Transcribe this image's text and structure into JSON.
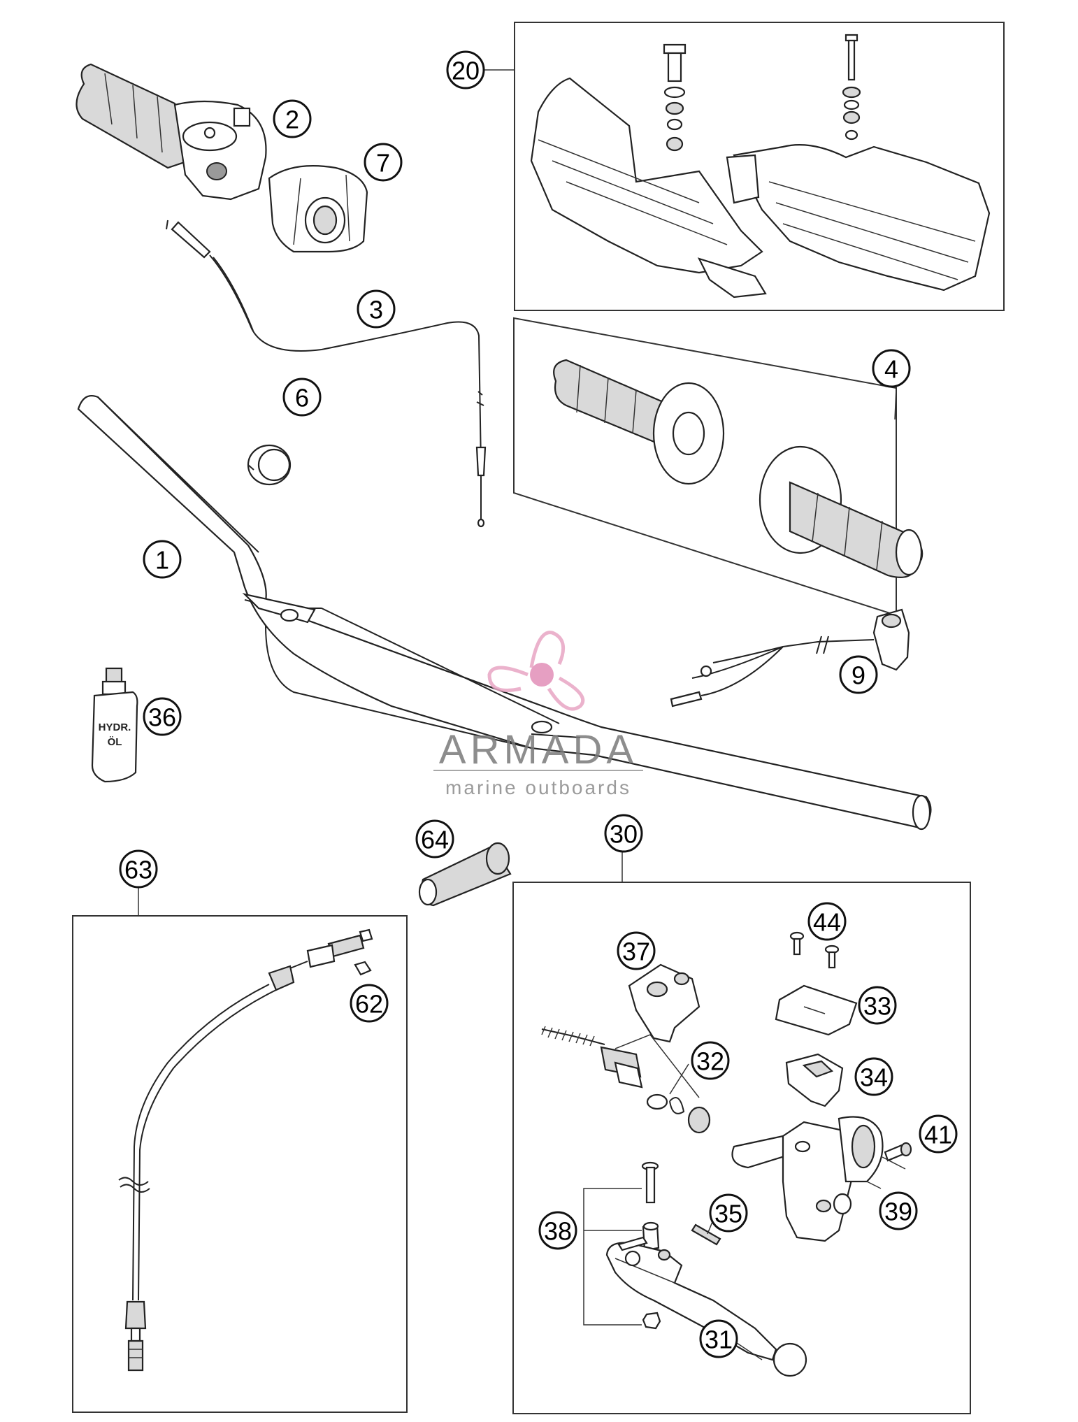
{
  "callouts": [
    "1",
    "2",
    "3",
    "4",
    "6",
    "7",
    "9",
    "20",
    "30",
    "31",
    "32",
    "33",
    "34",
    "35",
    "36",
    "37",
    "38",
    "39",
    "41",
    "44",
    "62",
    "63",
    "64"
  ],
  "bottle_label": [
    "HYDR.",
    "ÖL"
  ],
  "watermark": {
    "brand": "ARMADA",
    "tagline": "marine outboards",
    "logo_color": "#e8a5c4",
    "logo_hub_color": "#e28fb8"
  }
}
